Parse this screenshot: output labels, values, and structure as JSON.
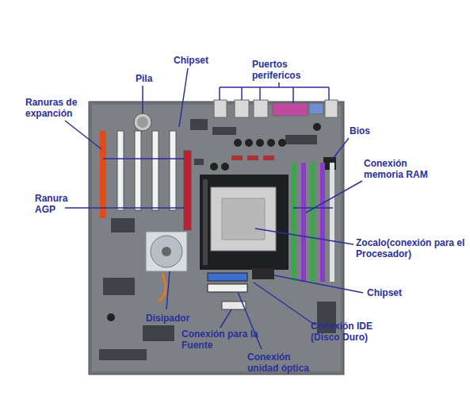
{
  "diagram": {
    "labels": [
      "Chipset",
      "Pila",
      "Puertos perifericos",
      "Ranuras de expanción",
      "Bios",
      "Conexión memoria RAM",
      "Ranura AGP",
      "Zocalo(conexión para el Procesador)",
      "Chipset",
      "Disipador",
      "Conexión IDE (Disco Duro)",
      "Conexión para la Fuente",
      "Conexión unidad óptica"
    ]
  }
}
